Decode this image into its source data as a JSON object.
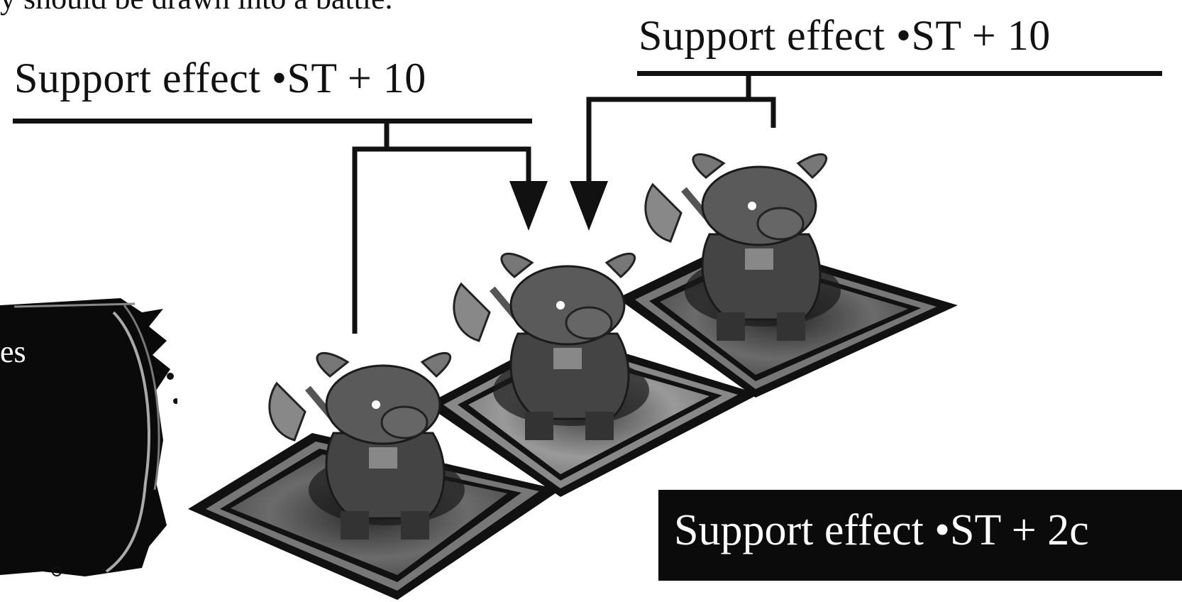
{
  "top_text": "y should be drawn into a battle.",
  "labels": {
    "left": "Support effect •ST + 10",
    "right": "Support effect •ST + 10",
    "box": "Support effect •ST + 2c"
  },
  "panel_partial_text": "es",
  "icons": [
    "minotaur-unit-sprite",
    "tile-icon",
    "arrow-down-icon"
  ],
  "colors": {
    "ink": "#111111",
    "background": "#ffffff",
    "box": "#0b0b0b"
  }
}
